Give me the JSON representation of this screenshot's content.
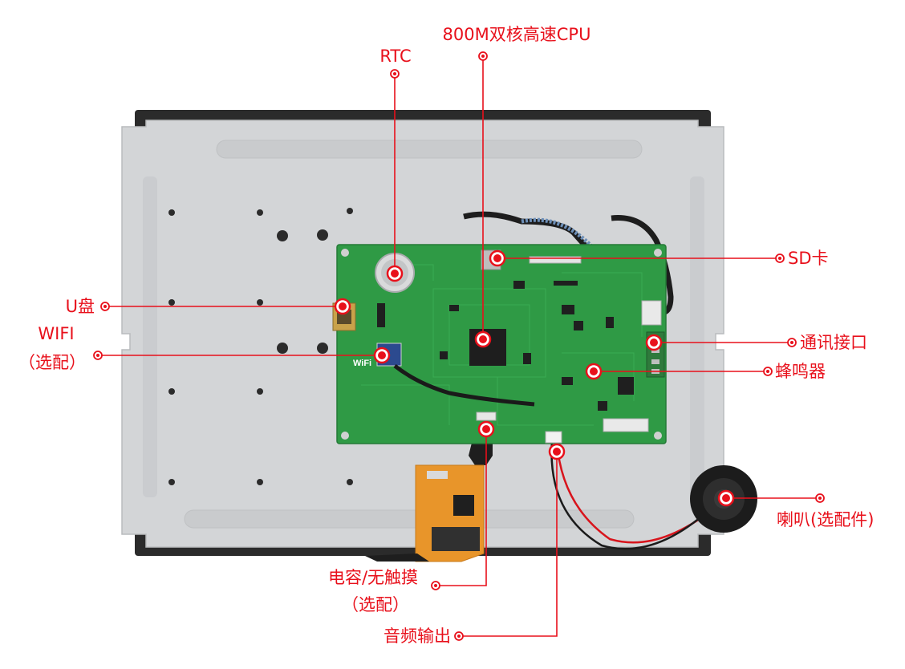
{
  "diagram": {
    "colors": {
      "callout": "#e8101b",
      "panel_metal": "#d3d5d7",
      "pcb": "#2f9a45",
      "fpc": "#e8952a",
      "bezel": "#2b2b2b"
    },
    "callouts": [
      {
        "id": "cpu",
        "text": "800M双核高速CPU"
      },
      {
        "id": "rtc",
        "text": "RTC"
      },
      {
        "id": "sd",
        "text": "SD卡"
      },
      {
        "id": "usb",
        "text": "U盘"
      },
      {
        "id": "wifi",
        "lines": [
          "WIFI",
          "（选配）"
        ]
      },
      {
        "id": "comm",
        "text": "通讯接口"
      },
      {
        "id": "buzzer",
        "text": "蜂鸣器"
      },
      {
        "id": "speaker",
        "text": "喇叭(选配件)"
      },
      {
        "id": "touch",
        "lines": [
          "电容/无触摸",
          "（选配）"
        ]
      },
      {
        "id": "audio",
        "text": "音频输出"
      }
    ],
    "board_marks": {
      "wifi_badge": "WiFi"
    }
  }
}
